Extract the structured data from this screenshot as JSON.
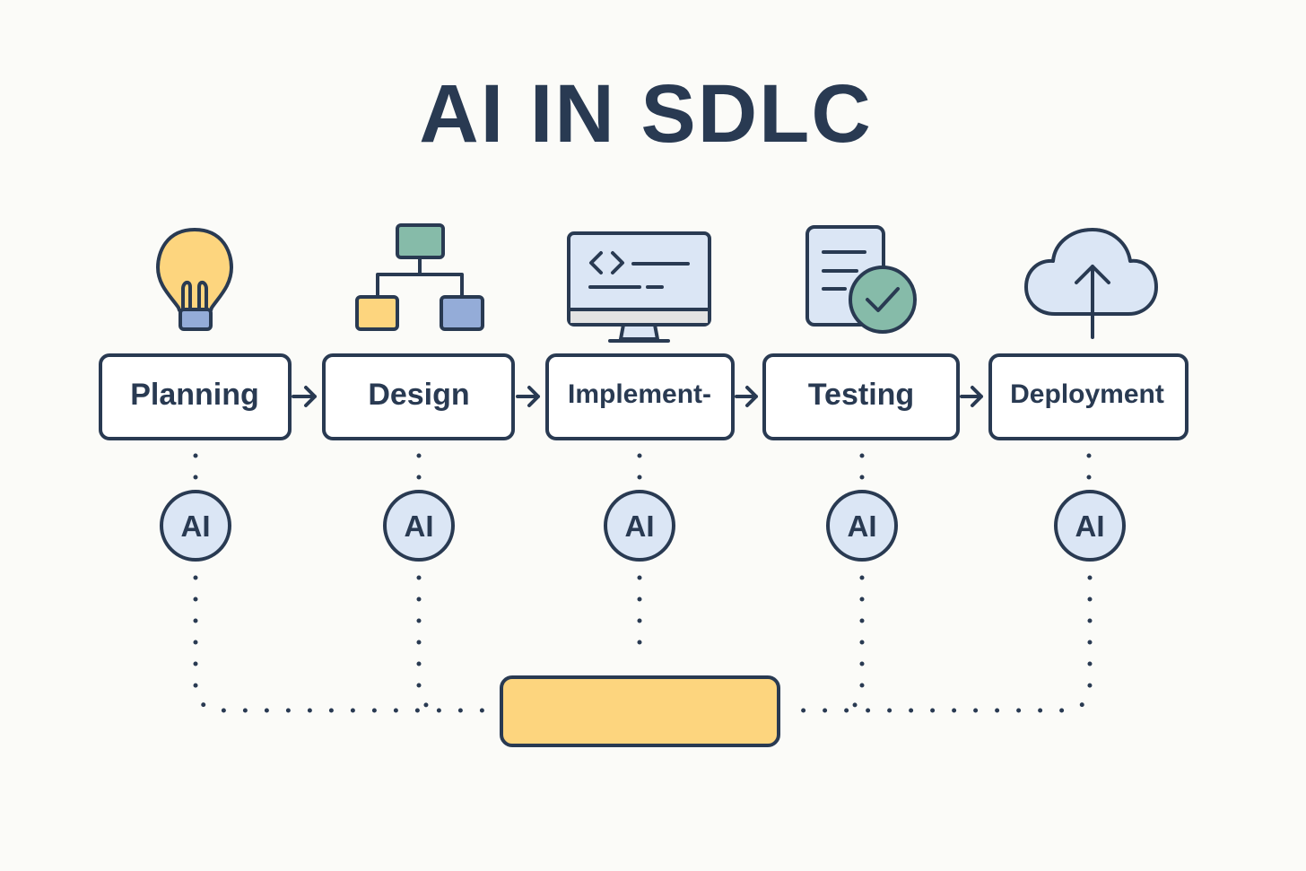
{
  "title": "AI IN SDLC",
  "stages": [
    {
      "label": "Planning",
      "icon": "lightbulb-icon"
    },
    {
      "label": "Design",
      "icon": "flowchart-icon"
    },
    {
      "label": "Implement-",
      "icon": "code-monitor-icon"
    },
    {
      "label": "Testing",
      "icon": "test-checklist-icon"
    },
    {
      "label": "Deployment",
      "icon": "cloud-upload-icon"
    }
  ],
  "ai_badge": "AI",
  "colors": {
    "ink": "#293a52",
    "yellow": "#fdd57e",
    "light_blue": "#dbe6f5",
    "blue": "#94acd8",
    "teal": "#86bba9",
    "background": "#fbfbf8"
  }
}
